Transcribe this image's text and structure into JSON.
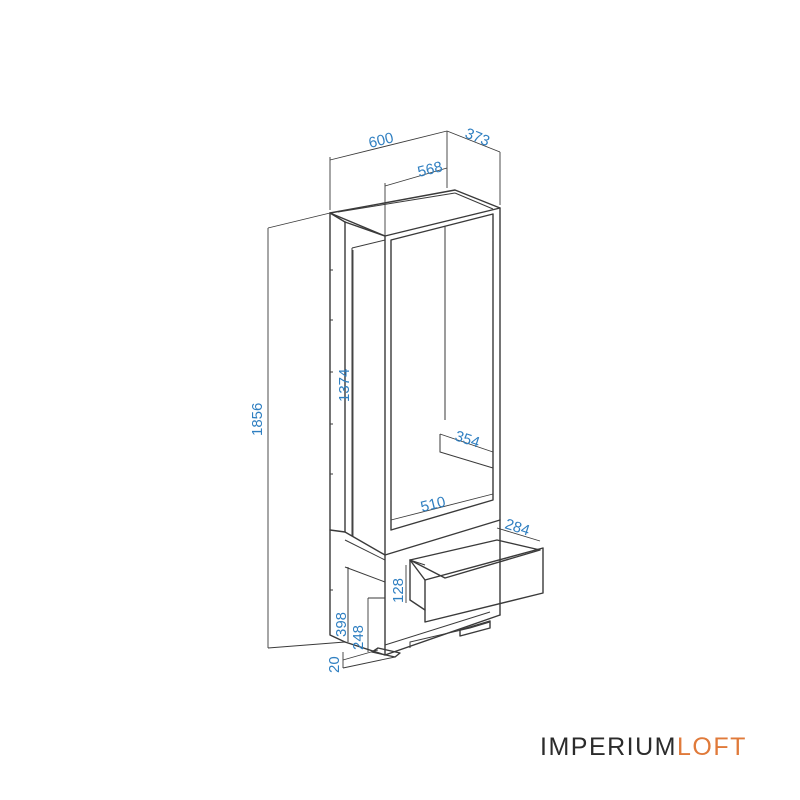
{
  "brand": {
    "part1": "IMPERIUM",
    "part2": "LOFT",
    "color_dark": "#2b2b2b",
    "color_accent": "#e07a3a"
  },
  "dimension_color": "#2f7fc1",
  "dimensions": {
    "total_width": "600",
    "depth": "373",
    "inner_width": "568",
    "total_height": "1856",
    "door_height": "1374",
    "shelf_depth": "354",
    "shelf_width": "510",
    "drawer_depth": "284",
    "drawer_height": "128",
    "base_height": "398",
    "drawer_opening": "248",
    "plinth": "20"
  }
}
